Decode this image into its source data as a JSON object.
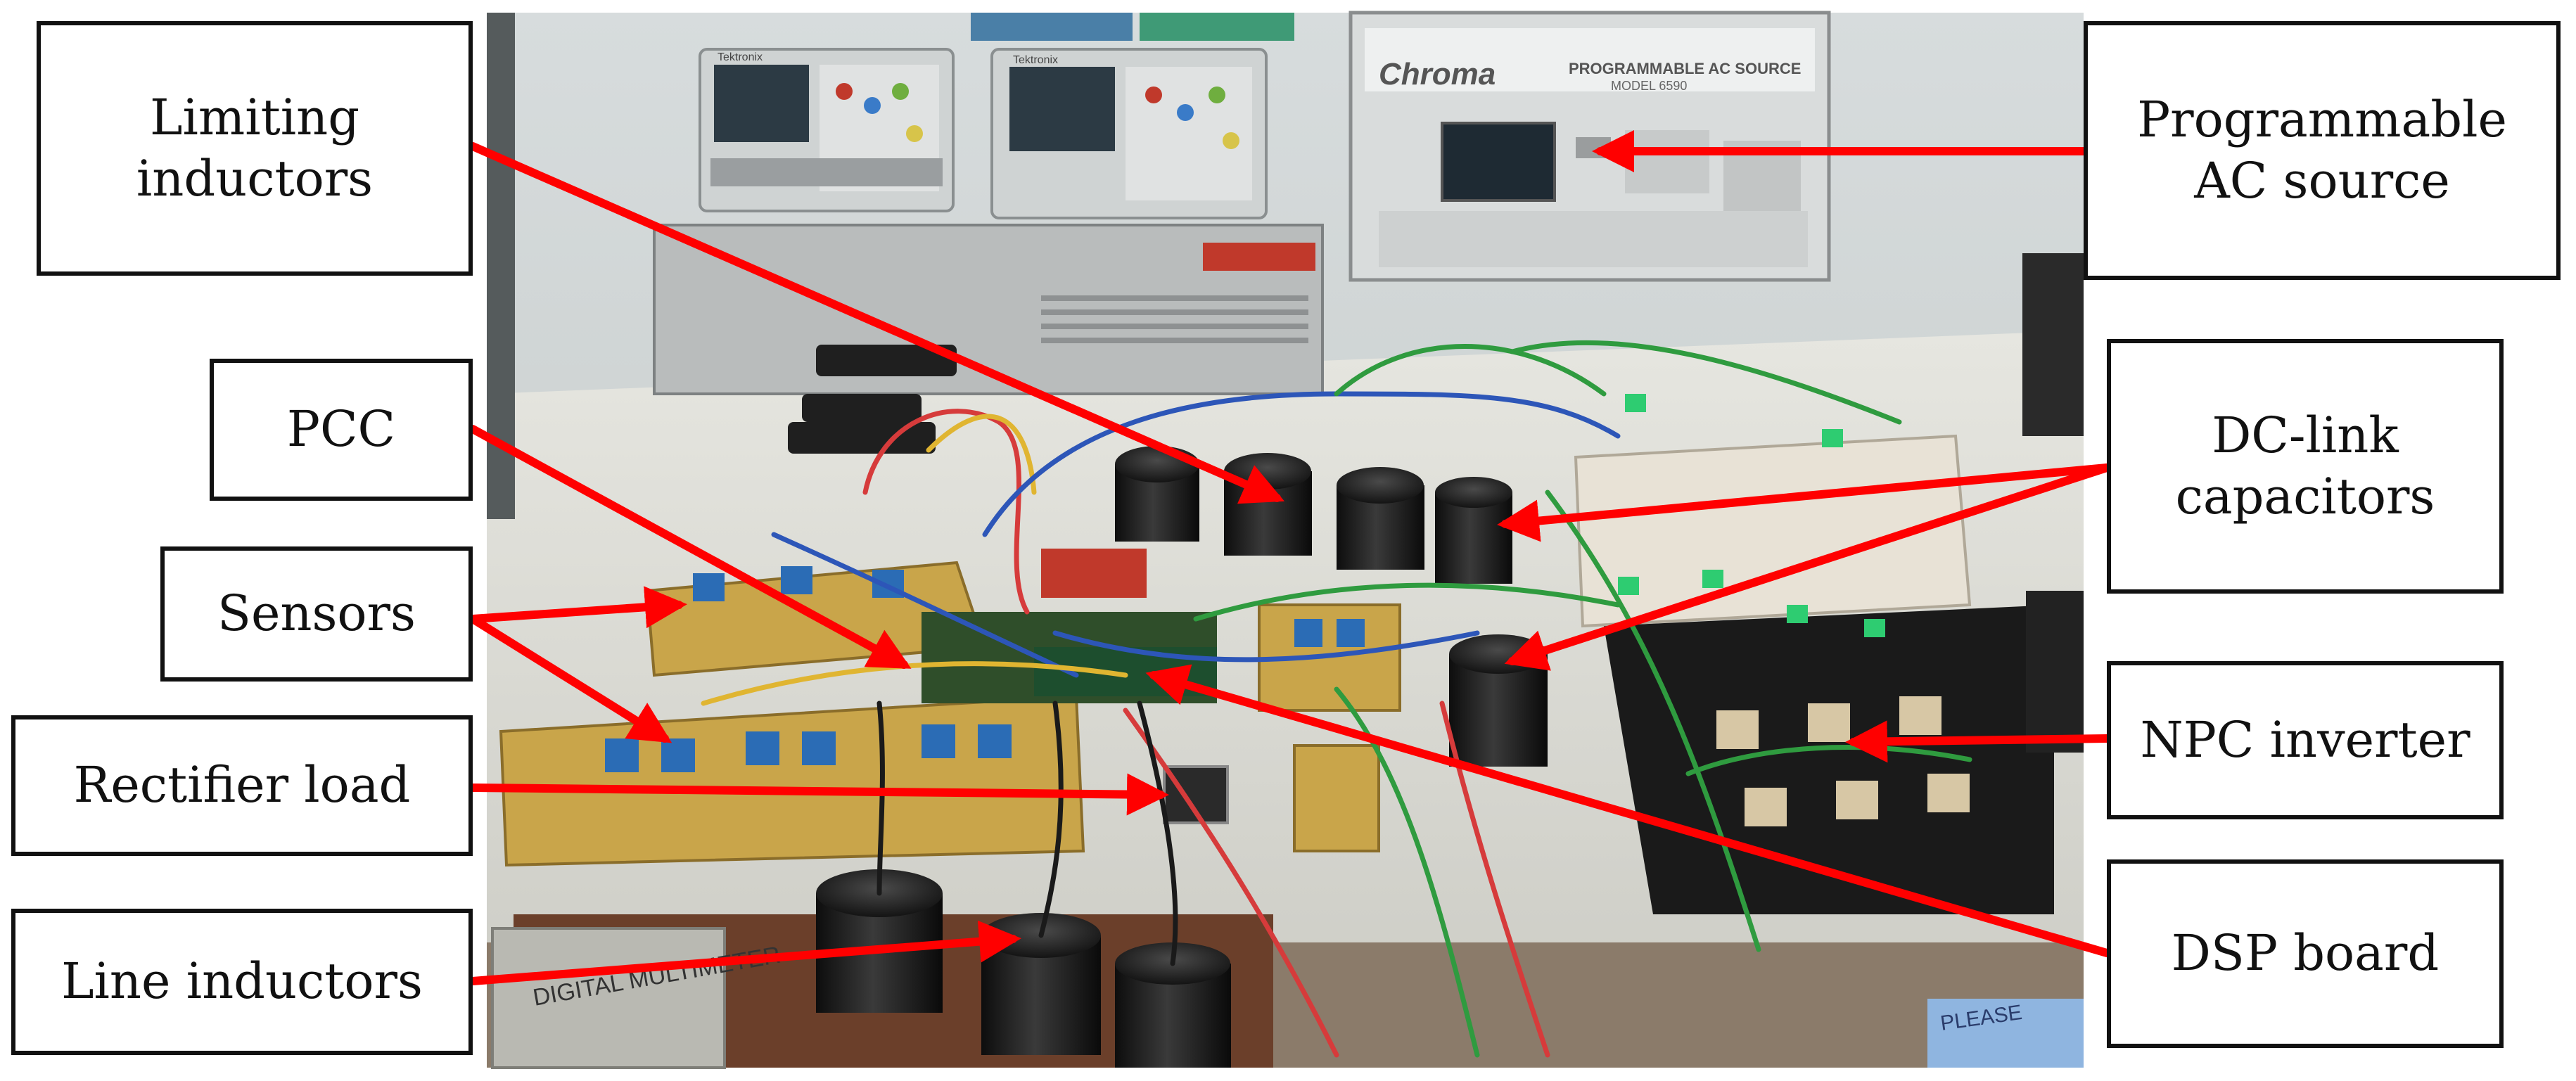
{
  "labels": {
    "limiting_inductors": [
      "Limiting",
      "inductors"
    ],
    "pcc": [
      "PCC"
    ],
    "sensors": [
      "Sensors"
    ],
    "rectifier_load": [
      "Rectifier  load"
    ],
    "line_inductors": [
      "Line  inductors"
    ],
    "programmable_ac_source": [
      "Programmable",
      "AC  source"
    ],
    "dc_link_capacitors": [
      "DC-link",
      "capacitors"
    ],
    "npc_inverter": [
      "NPC  inverter"
    ],
    "dsp_board": [
      "DSP  board"
    ]
  },
  "photo": {
    "oscilloscope_brand": "Tektronix",
    "ac_source_brand": "Chroma",
    "ac_source_title": "PROGRAMMABLE AC SOURCE",
    "ac_source_model": "MODEL 6590",
    "multimeter_label": "DIGITAL MULTIMETER",
    "sticker_text": "PLEASE"
  },
  "colors": {
    "arrow": "#ff0000",
    "box_border": "#111111",
    "pcb": "#c9a54a",
    "heatsink": "#1a1a1a",
    "bench": "#dcdcd6"
  }
}
